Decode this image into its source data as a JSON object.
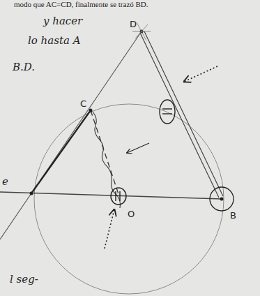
{
  "diagram": {
    "labels": [
      "modo que AC=CD, finalmente se trazó BD.",
      "y hacer",
      "lo hasta A",
      "B.D.",
      "l seg-",
      "e",
      "C",
      "D",
      "O",
      "B"
    ]
  }
}
